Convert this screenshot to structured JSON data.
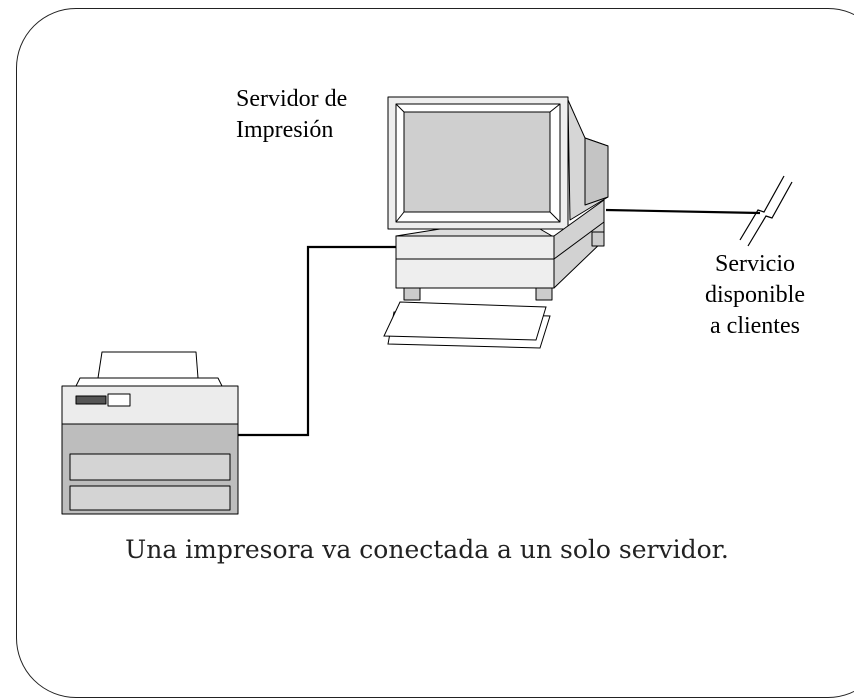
{
  "server_label": {
    "line1": "Servidor de",
    "line2": "Impresión"
  },
  "service_label": {
    "line1": "Servicio",
    "line2": "disponible",
    "line3": "a clientes"
  },
  "caption": "Una impresora va conectada a un solo servidor.",
  "colors": {
    "frame": "#222222",
    "device_light": "#eeeeee",
    "device_mid": "#cccccc",
    "screen": "#cfcfcf",
    "printer_body": "#bdbdbd",
    "line": "#000000"
  },
  "icons": [
    "print-server-computer-icon",
    "keyboard-icon",
    "printer-icon",
    "network-lightning-icon"
  ]
}
